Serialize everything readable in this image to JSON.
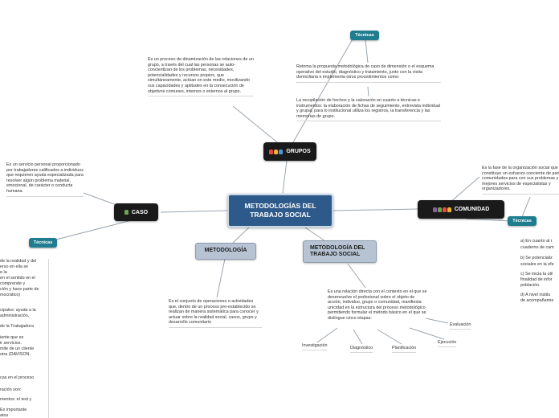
{
  "main_topic": "METODOLOGÍAS DEL TRABAJO SOCIAL",
  "grupos": {
    "label": "GRUPOS",
    "description": "Es un proceso de dinamización de las relaciones de un grupo, a través del cual las personas se auto-concientizan de los problemas, necesidades, potencialidades y recursos propios, que simultáneamente, actúan en este medio, movilizando sus capacidades y aptitudes en la consecución de objetivos comunes, internos o externos al grupo.",
    "tecnicas_label": "Técnicas",
    "tecnicas_text_1": "Retoma la propuesta metodológica de caso de dimensión o el esquema operativo del estudio, diagnóstico y tratamiento, junto con la visita domiciliaria e implementa otros procedimientos como:",
    "tecnicas_text_2": "La recopilación de hechos y la valoración en cuanto a técnicas e instrumentos: la elaboración de fichas de seguimiento, entrevista individual y grupal, para lo institucional utiliza los registros, la transferencia y las memorias de grupo."
  },
  "caso": {
    "label": "CASO",
    "description": "Es un servicio personal proporcionado por trabajadores calificados a individuos que requieren ayuda especializada para resolver algún problema material, emocional, de carácter o conducta humana.",
    "tecnicas_label": "Técnicas",
    "tecnicas_lines": [
      "de la realidad y del",
      "erso en ella se",
      "e la",
      "en el sentido en el",
      "comprende y",
      "ción y hace parte de",
      "mocrático)",
      "cipales: ayuda a la",
      " administración,",
      "de la Trabajadora",
      "iente que es",
      "ir servicios.",
      "mite de un cliente",
      " otra (DAVISON,",
      "cas en el proceso",
      "ración son:",
      "mentos: el test y",
      " Es importante",
      "atos"
    ]
  },
  "comunidad": {
    "label": "COMUNIDAD",
    "description": "Es la fase de la organización social que constituye un esfuerzo conciente de parte de las comunidades para con sus problemas y lograr mejores servicios de especialistas y organizadores.",
    "tecnicas_label": "Técnicas",
    "tecnicas_lines": [
      "a) En cuanto al r",
      "cuaderno de cam",
      "b) Se potencializ",
      "sociales en la efe",
      "c) Se inicia la util",
      "finalidad de infor",
      "población.",
      "d) A nivel institu",
      "de acompañamie"
    ]
  },
  "metodologia": {
    "label": "METODOLOGÍA",
    "description": "Es el conjunto de operaciones o actividades que, dentro de un proceso pre-establecido se realizan de manera sistemática para conocer y actuar sobre la realidad social, casos, grupo y desarrollo comunitario"
  },
  "metodologia_ts": {
    "label": "METODOLOGÍA DEL TRABAJO SOCIAL",
    "description": "Es una relación directa con el contexto en el que se desenvuelve el profesional sobre el objeto de acción, individuo, grupo o comunidad, manifiesta unicidad en la estructura del proceso metodológico permitiendo formular el método básico en el que se distingue cinco etapas:",
    "etapas": [
      "Investigación",
      "Diagnóstico",
      "Planificación",
      "Ejecución",
      "Evaluación"
    ]
  },
  "colors": {
    "main": "#2d5a8a",
    "dark": "#1a1a1a",
    "light": "#b7c3d2",
    "tecnicas": "#1f7d8f",
    "link": "#9aa4ae"
  }
}
